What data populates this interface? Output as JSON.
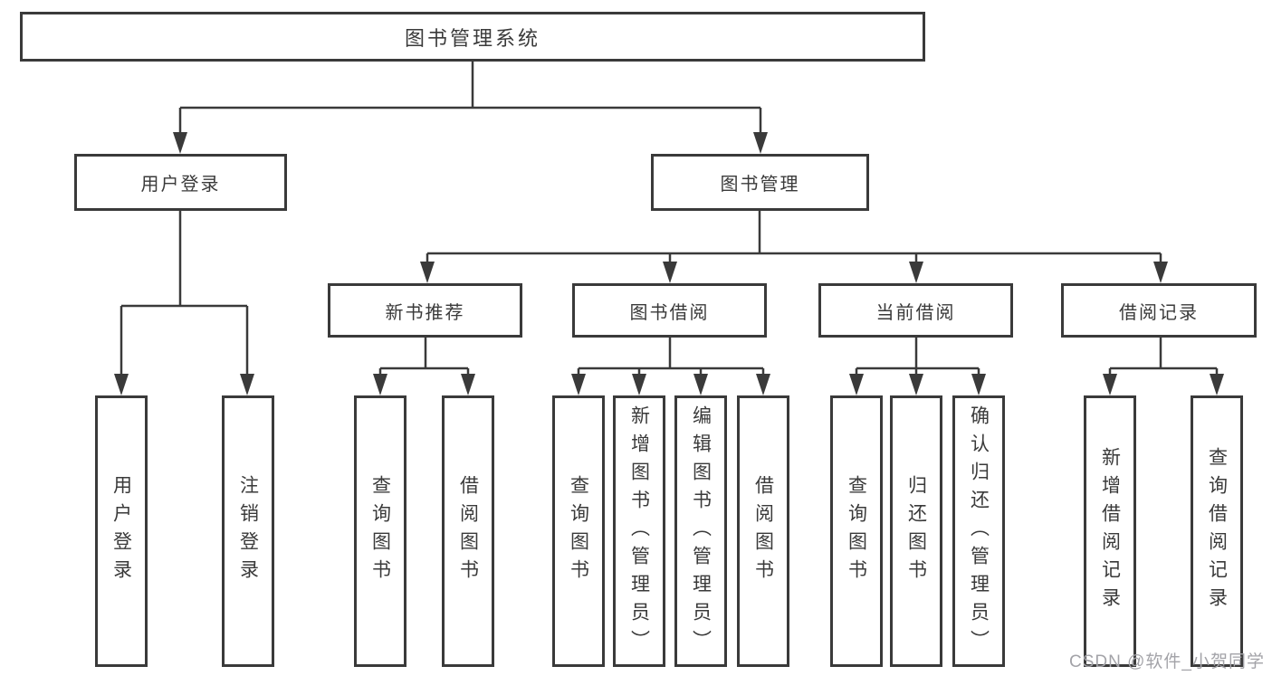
{
  "diagram": {
    "root": {
      "label": "图书管理系统"
    },
    "user_login": {
      "label": "用户登录",
      "children": [
        {
          "label": "用户登录"
        },
        {
          "label": "注销登录"
        }
      ]
    },
    "book_mgmt": {
      "label": "图书管理"
    },
    "new_books": {
      "label": "新书推荐",
      "children": [
        {
          "label": "查询图书"
        },
        {
          "label": "借阅图书"
        }
      ]
    },
    "book_borrow": {
      "label": "图书借阅",
      "children": [
        {
          "label": "查询图书"
        },
        {
          "label": "新增图书（管理员）"
        },
        {
          "label": "编辑图书（管理员）"
        },
        {
          "label": "借阅图书"
        }
      ]
    },
    "current_borrow": {
      "label": "当前借阅",
      "children": [
        {
          "label": "查询图书"
        },
        {
          "label": "归还图书"
        },
        {
          "label": "确认归还（管理员）"
        }
      ]
    },
    "borrow_records": {
      "label": "借阅记录",
      "children": [
        {
          "label": "新增借阅记录"
        },
        {
          "label": "查询借阅记录"
        }
      ]
    }
  },
  "watermark": {
    "text": "CSDN @软件_小贺同学"
  },
  "colors": {
    "line": "#3a3a3a",
    "text": "#3a3a3a",
    "box_background": "#ffffff",
    "watermark": "#a3a3a8"
  }
}
